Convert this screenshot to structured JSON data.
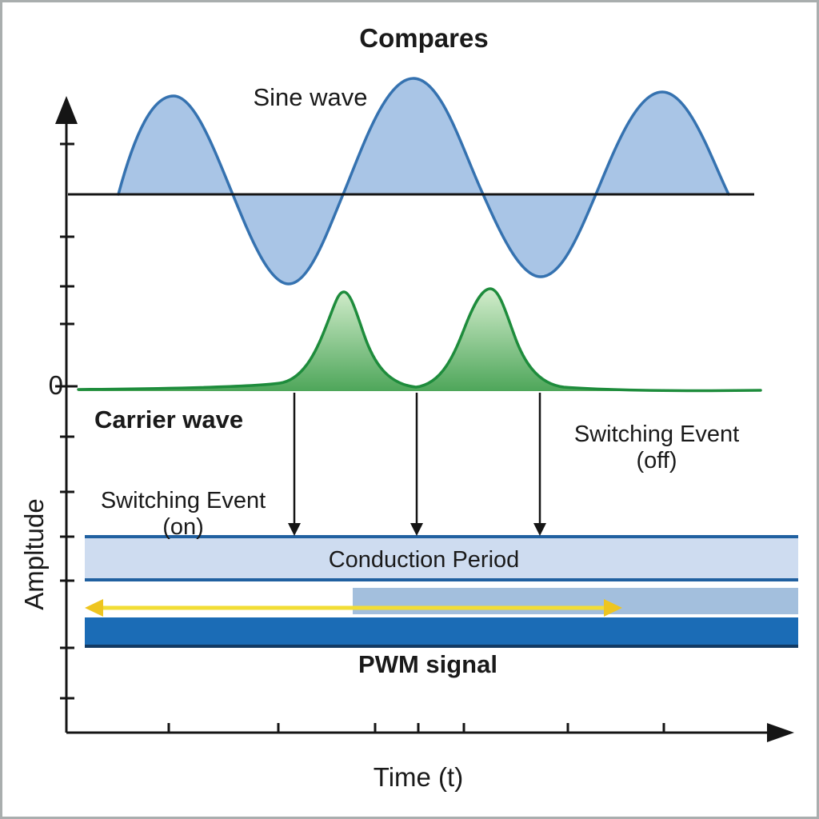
{
  "title": "Compares",
  "labels": {
    "sine_wave": "Sine wave",
    "carrier_wave": "Carrier wave",
    "switching_on": [
      "Switching Event",
      "(on)"
    ],
    "switching_off": [
      "Switching Event",
      "(off)"
    ],
    "conduction_period": "Conduction Period",
    "pwm_signal": "PWM signal"
  },
  "axes": {
    "y_label": "Ampltude",
    "y_zero": "0",
    "x_label": "Time (t)"
  },
  "colors": {
    "frame_border": "#a9aeae",
    "text": "#1a1a1a",
    "axis": "#151515",
    "sine_fill": "#a9c5e6",
    "sine_stroke": "#3572b0",
    "carrier_stroke": "#1e8c3c",
    "carrier_fill_top": "#d6efcf",
    "carrier_fill_bottom": "#4ea65a",
    "conduction_fill": "#cedcf0",
    "conduction_border": "#2060a0",
    "overlap_fill": "#a3bfdd",
    "pwm_fill": "#1b6cb6",
    "pwm_border": "#123a63",
    "duration_shaft": "#f2dd35",
    "duration_head": "#eec51f"
  }
}
